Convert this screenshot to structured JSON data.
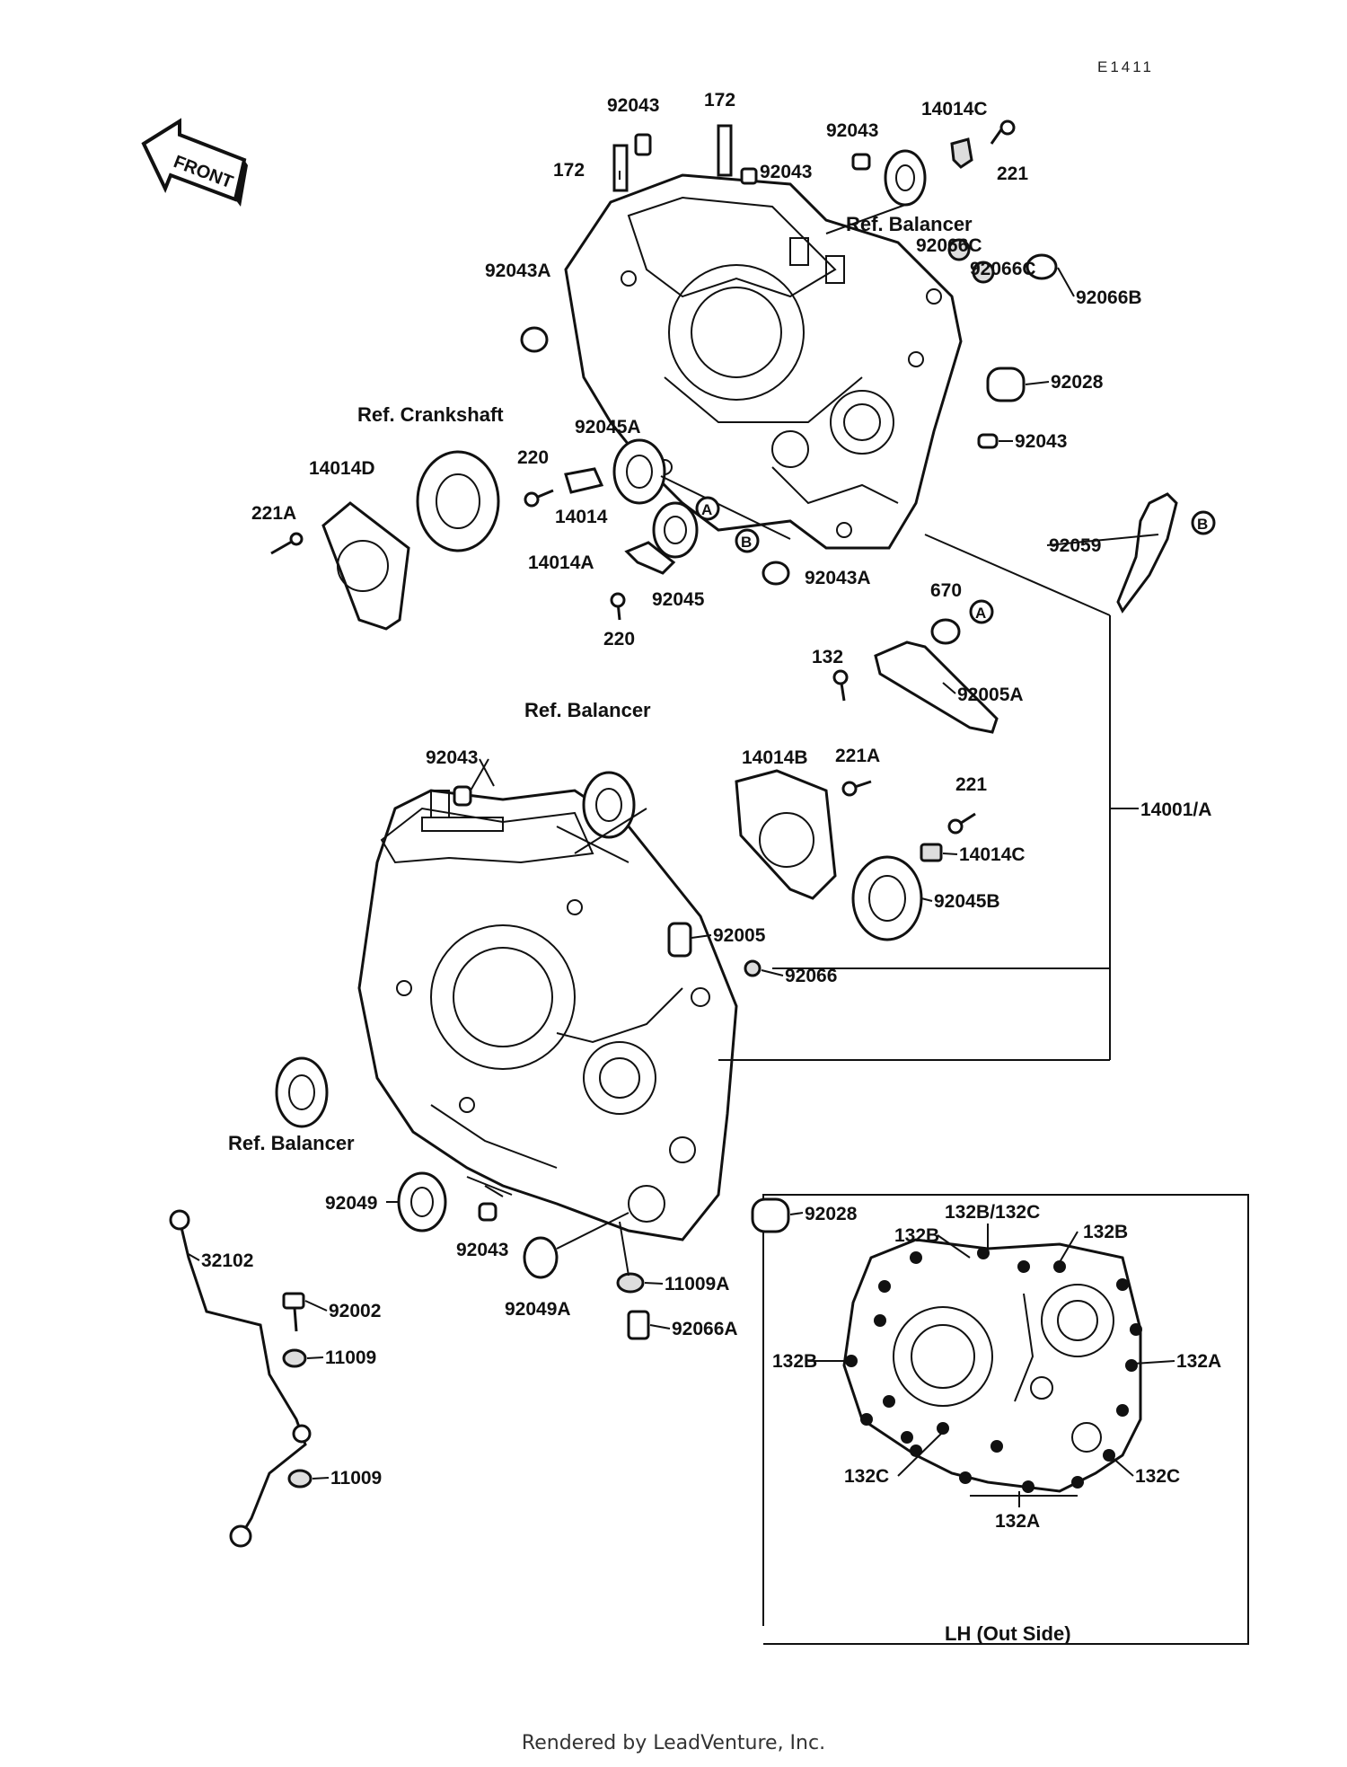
{
  "diagram_code": "E1411",
  "front_label": "FRONT",
  "footer": "Rendered by LeadVenture, Inc.",
  "inset_caption": "LH (Out Side)",
  "callouts": {
    "A": "A",
    "B": "B"
  },
  "labels": [
    {
      "id": "92043-a",
      "text": "92043"
    },
    {
      "id": "172-a",
      "text": "172"
    },
    {
      "id": "172-b",
      "text": "172"
    },
    {
      "id": "92043-b",
      "text": "92043"
    },
    {
      "id": "92043-c",
      "text": "92043"
    },
    {
      "id": "14014c-a",
      "text": "14014C"
    },
    {
      "id": "221-a",
      "text": "221"
    },
    {
      "id": "ref-balancer-a",
      "text": "Ref. Balancer"
    },
    {
      "id": "92066c-a",
      "text": "92066C"
    },
    {
      "id": "92066c-b",
      "text": "92066C"
    },
    {
      "id": "92066b",
      "text": "92066B"
    },
    {
      "id": "92043a-a",
      "text": "92043A"
    },
    {
      "id": "92028-a",
      "text": "92028"
    },
    {
      "id": "ref-crankshaft",
      "text": "Ref. Crankshaft"
    },
    {
      "id": "92043-d",
      "text": "92043"
    },
    {
      "id": "14014d",
      "text": "14014D"
    },
    {
      "id": "220-a",
      "text": "220"
    },
    {
      "id": "92045a",
      "text": "92045A"
    },
    {
      "id": "221a-a",
      "text": "221A"
    },
    {
      "id": "14014",
      "text": "14014"
    },
    {
      "id": "92059",
      "text": "92059"
    },
    {
      "id": "14014a",
      "text": "14014A"
    },
    {
      "id": "92043a-b",
      "text": "92043A"
    },
    {
      "id": "92045",
      "text": "92045"
    },
    {
      "id": "670",
      "text": "670"
    },
    {
      "id": "220-b",
      "text": "220"
    },
    {
      "id": "132",
      "text": "132"
    },
    {
      "id": "92005a",
      "text": "92005A"
    },
    {
      "id": "ref-balancer-b",
      "text": "Ref. Balancer"
    },
    {
      "id": "92043-e",
      "text": "92043"
    },
    {
      "id": "14014b",
      "text": "14014B"
    },
    {
      "id": "221a-b",
      "text": "221A"
    },
    {
      "id": "221-b",
      "text": "221"
    },
    {
      "id": "14001a",
      "text": "14001/A"
    },
    {
      "id": "14014c-b",
      "text": "14014C"
    },
    {
      "id": "92045b",
      "text": "92045B"
    },
    {
      "id": "92005",
      "text": "92005"
    },
    {
      "id": "92066",
      "text": "92066"
    },
    {
      "id": "ref-balancer-c",
      "text": "Ref. Balancer"
    },
    {
      "id": "92049",
      "text": "92049"
    },
    {
      "id": "92028-b",
      "text": "92028"
    },
    {
      "id": "132b132c",
      "text": "132B/132C"
    },
    {
      "id": "132b-a",
      "text": "132B"
    },
    {
      "id": "132b-b",
      "text": "132B"
    },
    {
      "id": "32102",
      "text": "32102"
    },
    {
      "id": "92043-f",
      "text": "92043"
    },
    {
      "id": "11009a",
      "text": "11009A"
    },
    {
      "id": "92049a",
      "text": "92049A"
    },
    {
      "id": "92002",
      "text": "92002"
    },
    {
      "id": "92066a",
      "text": "92066A"
    },
    {
      "id": "11009-a",
      "text": "11009"
    },
    {
      "id": "132b-c",
      "text": "132B"
    },
    {
      "id": "132a-a",
      "text": "132A"
    },
    {
      "id": "132c-a",
      "text": "132C"
    },
    {
      "id": "132c-b",
      "text": "132C"
    },
    {
      "id": "132a-b",
      "text": "132A"
    },
    {
      "id": "11009-b",
      "text": "11009"
    }
  ]
}
